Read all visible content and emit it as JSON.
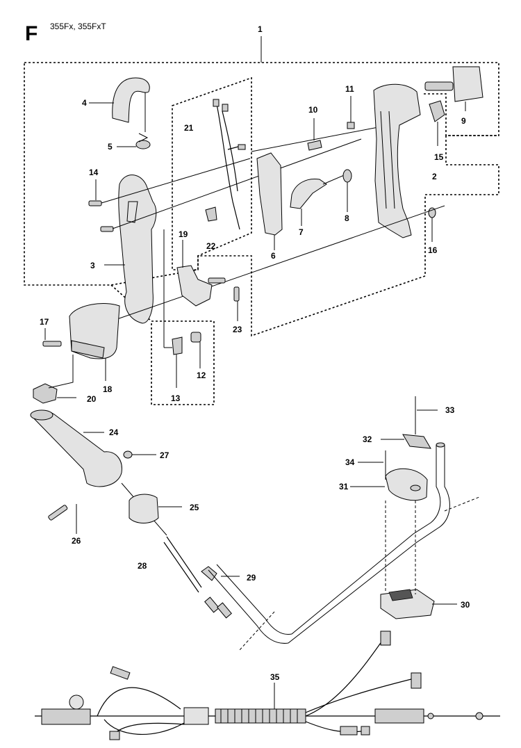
{
  "header": {
    "section_letter": "F",
    "models": "355Fx, 355FxT"
  },
  "callouts": {
    "n1": "1",
    "n2": "2",
    "n3": "3",
    "n4": "4",
    "n5": "5",
    "n6": "6",
    "n7": "7",
    "n8": "8",
    "n9": "9",
    "n10": "10",
    "n11": "11",
    "n12": "12",
    "n13": "13",
    "n14": "14",
    "n15": "15",
    "n16": "16",
    "n17": "17",
    "n18": "18",
    "n19": "19",
    "n20": "20",
    "n21": "21",
    "n22": "22",
    "n23": "23",
    "n24": "24",
    "n25": "25",
    "n26": "26",
    "n27": "27",
    "n28": "28",
    "n29": "29",
    "n30": "30",
    "n31": "31",
    "n32": "32",
    "n33": "33",
    "n34": "34",
    "n35": "35"
  }
}
